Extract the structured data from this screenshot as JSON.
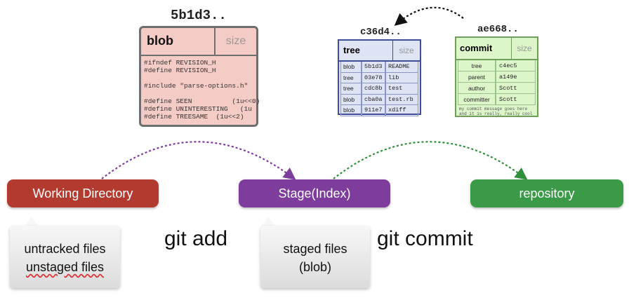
{
  "objects": {
    "blob": {
      "hash": "5b1d3..",
      "type": "blob",
      "size_label": "size",
      "code": "#ifndef REVISION_H\n#define REVISION_H\n\n#include \"parse-options.h\"\n\n#define SEEN          (1u<<0)\n#define UNINTERESTING   (1u\n#define TREESAME  (1u<<2)"
    },
    "tree": {
      "hash": "c36d4..",
      "type": "tree",
      "size_label": "size",
      "rows": [
        {
          "kind": "blob",
          "sha": "5b1d3",
          "name": "README"
        },
        {
          "kind": "tree",
          "sha": "03e78",
          "name": "lib"
        },
        {
          "kind": "tree",
          "sha": "cdc8b",
          "name": "test"
        },
        {
          "kind": "blob",
          "sha": "cba0a",
          "name": "test.rb"
        },
        {
          "kind": "blob",
          "sha": "911e7",
          "name": "xdiff"
        }
      ]
    },
    "commit": {
      "hash": "ae668..",
      "type": "commit",
      "size_label": "size",
      "rows": [
        {
          "field": "tree",
          "value": "c4ec5"
        },
        {
          "field": "parent",
          "value": "a149e"
        },
        {
          "field": "author",
          "value": "Scott"
        },
        {
          "field": "committer",
          "value": "Scott"
        }
      ],
      "message": "my commit message goes here and it is really, really cool"
    }
  },
  "areas": {
    "working_directory": "Working Directory",
    "stage": "Stage(Index)",
    "repository": "repository"
  },
  "callouts": {
    "working_directory": [
      "untracked files",
      "unstaged files"
    ],
    "stage": [
      "staged files",
      "(blob)"
    ]
  },
  "actions": {
    "add": "git add",
    "commit": "git commit"
  },
  "colors": {
    "working_directory": "#b33a2e",
    "stage": "#7e3d9c",
    "repository": "#3b9a47",
    "arrow_add": "#7e3d9c",
    "arrow_commit": "#2f8f3c"
  }
}
